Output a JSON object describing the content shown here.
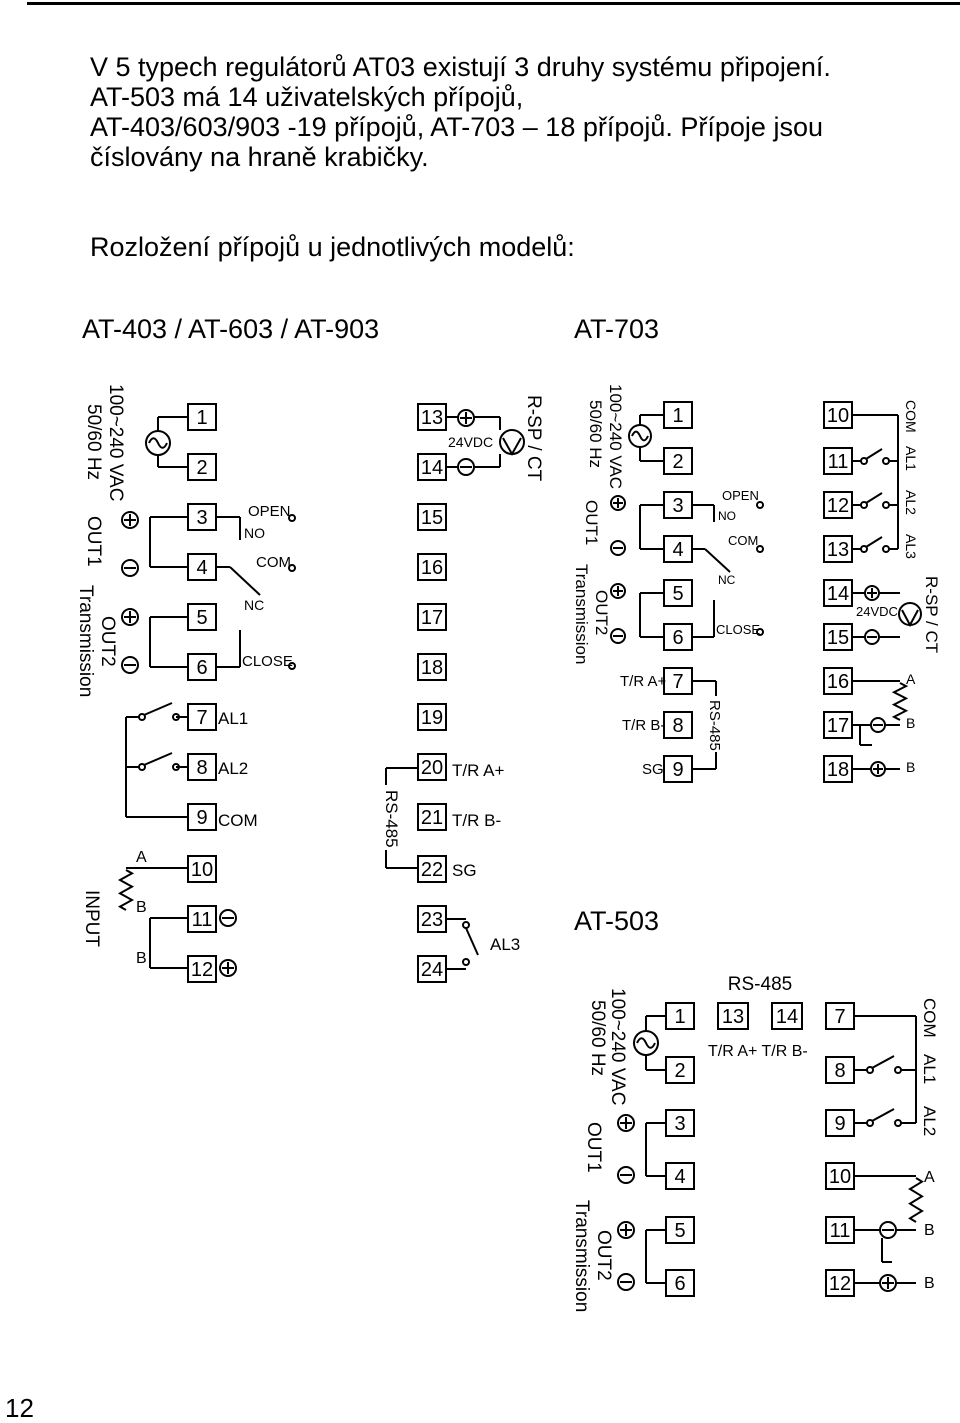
{
  "intro": {
    "lines": [
      "V 5 typech regulátorů AT03 existují 3 druhy systému připojení.",
      "AT-503 má 14 uživatelských přípojů,",
      "AT-403/603/903 -19 přípojů, AT-703 – 18 přípojů. Přípoje jsou",
      "číslovány na hraně krabičky."
    ],
    "subtitle": "Rozložení přípojů u jednotlivých modelů:"
  },
  "models": {
    "at403": {
      "title": "AT-403 / AT-603 / AT-903",
      "terminals": [
        "1",
        "2",
        "3",
        "4",
        "5",
        "6",
        "7",
        "8",
        "9",
        "10",
        "11",
        "12",
        "13",
        "14",
        "15",
        "16",
        "17",
        "18",
        "19",
        "20",
        "21",
        "22",
        "23",
        "24"
      ],
      "labels": {
        "power": "100~240 VAC",
        "freq": "50/60 Hz",
        "out1": "OUT1",
        "out2": "OUT2",
        "transmission": "Transmission",
        "input": "INPUT",
        "open": "OPEN",
        "no": "NO",
        "com_relay": "COM",
        "nc": "NC",
        "close": "CLOSE",
        "al1": "AL1",
        "al2": "AL2",
        "com": "COM",
        "a": "A",
        "b1": "B",
        "b2": "B",
        "vdc": "24VDC",
        "rsp": "R-SP / CT",
        "rs485": "RS-485",
        "tra": "T/R A+",
        "trb": "T/R B-",
        "sg": "SG",
        "al3": "AL3"
      }
    },
    "at703": {
      "title": "AT-703",
      "terminals": [
        "1",
        "2",
        "3",
        "4",
        "5",
        "6",
        "7",
        "8",
        "9",
        "10",
        "11",
        "12",
        "13",
        "14",
        "15",
        "16",
        "17",
        "18"
      ],
      "labels": {
        "power": "100~240 VAC",
        "freq": "50/60 Hz",
        "out1": "OUT1",
        "out2": "OUT2",
        "transmission": "Transmission",
        "open": "OPEN",
        "no": "NO",
        "com_relay": "COM",
        "nc": "NC",
        "close": "CLOSE",
        "tra": "T/R A+",
        "trb": "T/R B-",
        "sg": "SG",
        "rs485": "RS-485",
        "com": "COM",
        "al1": "AL1",
        "al2": "AL2",
        "al3": "AL3",
        "vdc": "24VDC",
        "rsp": "R-SP / CT",
        "a": "A",
        "b1": "B",
        "b2": "B"
      }
    },
    "at503": {
      "title": "AT-503",
      "terminals": [
        "1",
        "2",
        "3",
        "4",
        "5",
        "6",
        "7",
        "8",
        "9",
        "10",
        "11",
        "12",
        "13",
        "14"
      ],
      "labels": {
        "power": "100~240 VAC",
        "freq": "50/60 Hz",
        "out1": "OUT1",
        "out2": "OUT2",
        "transmission": "Transmission",
        "rs485": "RS-485",
        "tra_trb": "T/R A+  T/R B-",
        "com": "COM",
        "al1": "AL1",
        "al2": "AL2",
        "a": "A",
        "b1": "B",
        "b2": "B"
      }
    }
  },
  "page_number": "12"
}
